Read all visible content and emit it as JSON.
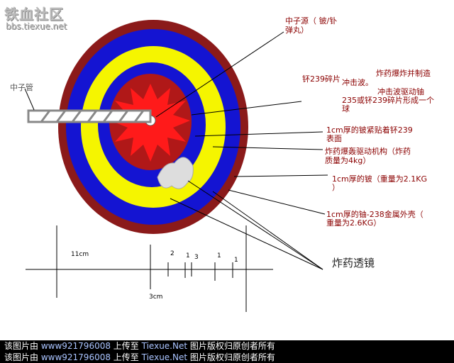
{
  "watermark": {
    "title": "铁血社区",
    "url": "bbs.tiexue.net"
  },
  "labels": {
    "neutron_tube": "中子管",
    "neutron_source_1": "中子源（  铍/钋",
    "neutron_source_2": "弹丸）",
    "pu_fragments": "钚239碎片",
    "explosive_1": "炸药爆炸并制造",
    "shock_wave": "冲击波。",
    "shock_drive_1": "冲击波驱动铀",
    "shock_drive_2": "235或钚239碎片形成一个",
    "shock_drive_3": "球",
    "be_layer_1": "1cm厚的铍紧贴着钚239",
    "be_layer_2": "表面",
    "explosive_drive_1": "炸药爆轰驱动机构（炸药",
    "explosive_drive_2": "质量为4kg）",
    "be_shell_1": "1cm厚的铍（重量为2.1KG",
    "be_shell_2": "）",
    "u238_shell_1": "1cm厚的铀-238金属外壳（",
    "u238_shell_2": "重量为2.6KG）",
    "explosive_lens": "炸药透镜"
  },
  "dimensions": {
    "d1": "11cm",
    "d2": "2",
    "d3": "1",
    "d4": "3",
    "d5": "1",
    "d6": "1",
    "d7": "3cm"
  },
  "footer": {
    "line1": {
      "prefix": "该图片由 ",
      "user": "www921796008",
      "mid": " 上传至 ",
      "site": "Tiexue.Net",
      "suffix": " 图片版权归原创者所有"
    },
    "line2": {
      "prefix": "该图片由 ",
      "user": "www921796008",
      "mid": " 上传至 ",
      "site": "Tiexue.Net",
      "suffix": " 图片版权归原创者所有"
    }
  },
  "colors": {
    "outer": "#8b1a1a",
    "blue": "#1414d2",
    "yellow": "#f5f500",
    "core": "#b01818",
    "star": "#ff1a1a"
  }
}
